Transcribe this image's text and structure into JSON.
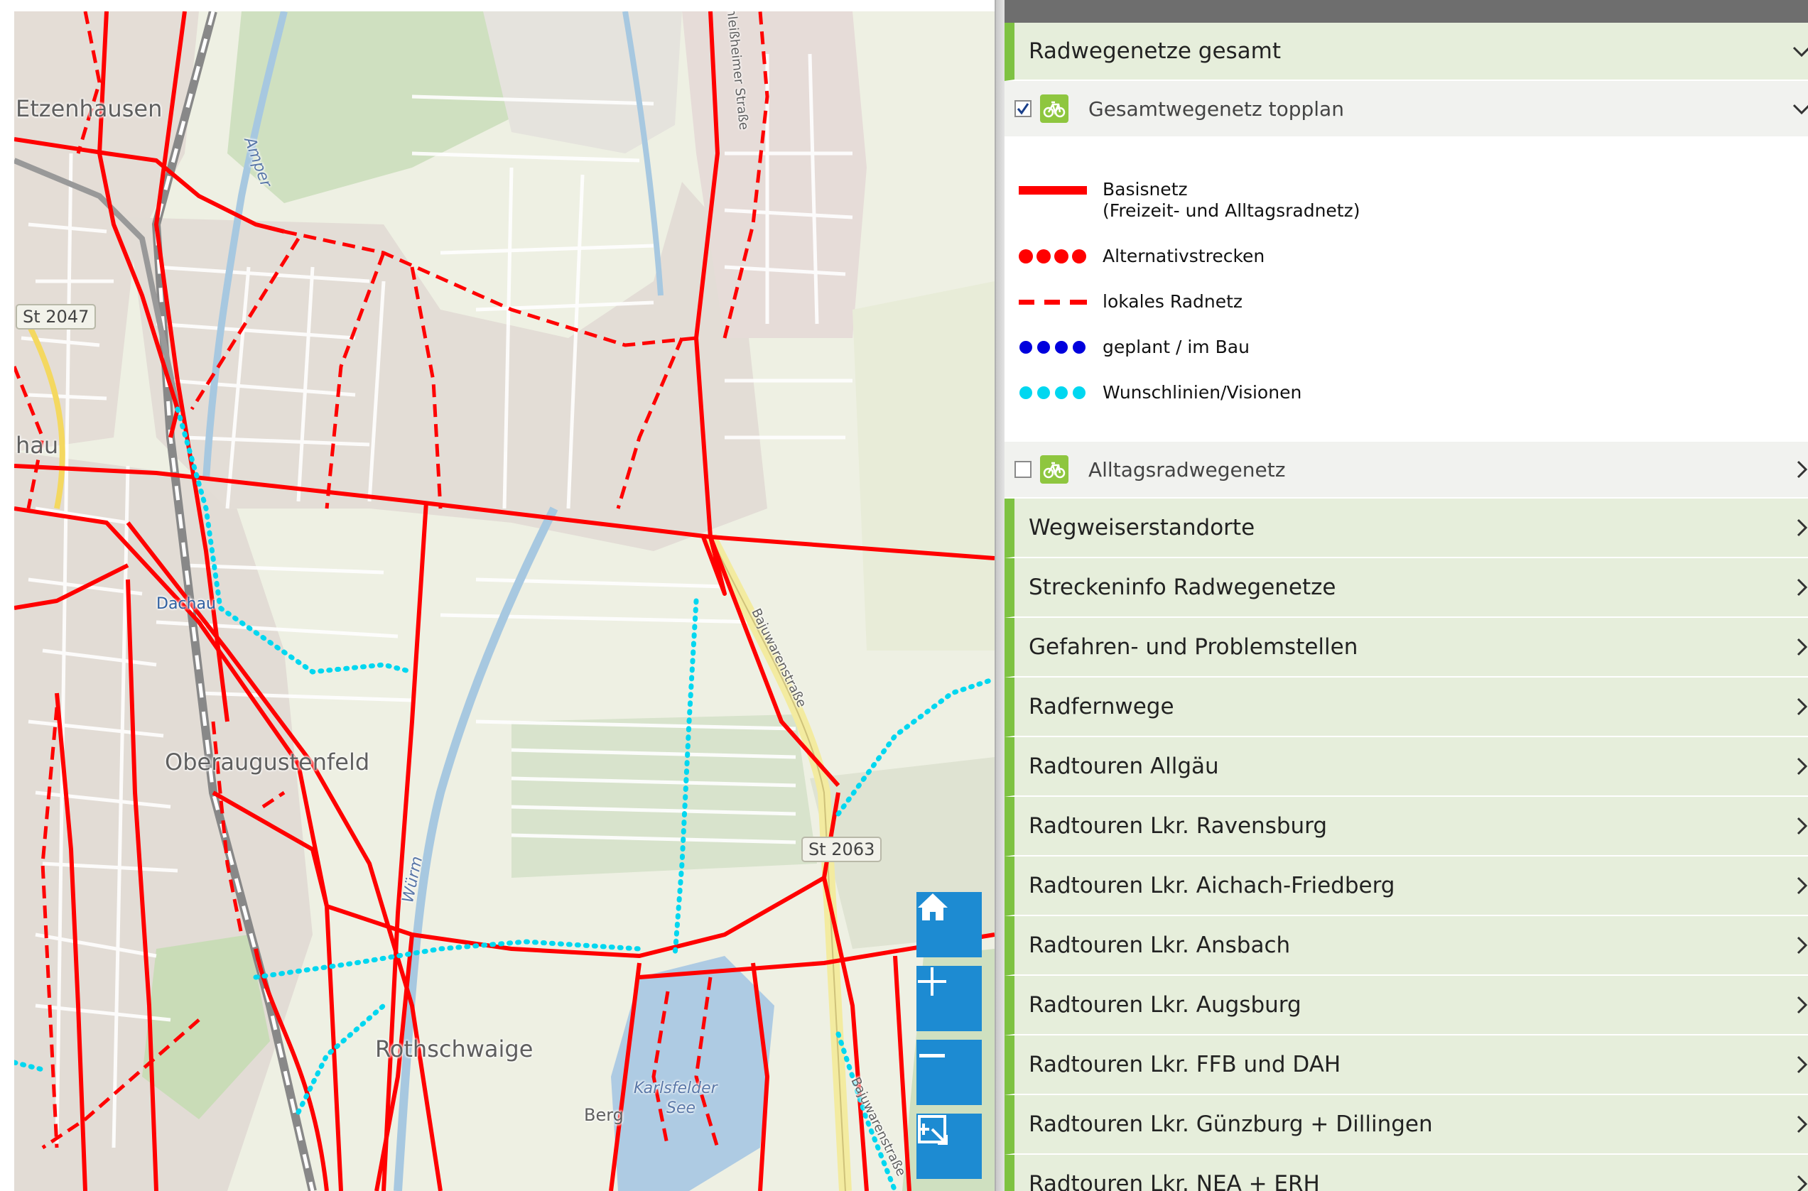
{
  "map": {
    "places": [
      "Etzenhausen",
      "hau",
      "Dachau",
      "Oberaugustenfeld",
      "Rothschwaige",
      "Berg",
      "Karlsfelder",
      "See"
    ],
    "streets": [
      "Würm",
      "Amper",
      "Bajuwarenstraße",
      "Bajuwarenstraße",
      "Schleißheimer Straße"
    ],
    "road_shields": [
      "St 2047",
      "St 2063"
    ],
    "colors": {
      "basis": "#ff0000",
      "wish": "#00d7f0",
      "planned": "#0000dd",
      "button": "#1d8bd2"
    },
    "buttons": [
      {
        "name": "home",
        "icon": "home-icon"
      },
      {
        "name": "zoom-in",
        "icon": "plus-icon"
      },
      {
        "name": "zoom-out",
        "icon": "minus-icon"
      },
      {
        "name": "zoom-extent",
        "icon": "zoom-extent-icon"
      }
    ]
  },
  "panel": {
    "header": "Radwegenetze gesamt",
    "layers": [
      {
        "label": "Gesamtwegenetz topplan",
        "checked": true,
        "expanded": true
      },
      {
        "label": "Alltagsradwegenetz",
        "checked": false,
        "expanded": false
      }
    ],
    "legend": [
      {
        "label": "Basisnetz",
        "sub": "(Freizeit- und Alltagsradnetz)",
        "style": "solid",
        "color": "#ff0000"
      },
      {
        "label": "Alternativstrecken",
        "style": "dots",
        "color": "#ff0000"
      },
      {
        "label": "lokales Radnetz",
        "style": "dashed",
        "color": "#ff0000"
      },
      {
        "label": "geplant / im Bau",
        "style": "dots",
        "color": "#0000dd"
      },
      {
        "label": "Wunschlinien/Visionen",
        "style": "dots",
        "color": "#00d7f0"
      }
    ],
    "sections": [
      "Wegweiserstandorte",
      "Streckeninfo Radwegenetze",
      "Gefahren- und Problemstellen",
      "Radfernwege",
      "Radtouren Allgäu",
      "Radtouren Lkr. Ravensburg",
      "Radtouren Lkr. Aichach-Friedberg",
      "Radtouren Lkr. Ansbach",
      "Radtouren Lkr. Augsburg",
      "Radtouren Lkr. FFB und DAH",
      "Radtouren Lkr. Günzburg + Dillingen",
      "Radtouren Lkr. NEA + ERH"
    ]
  }
}
